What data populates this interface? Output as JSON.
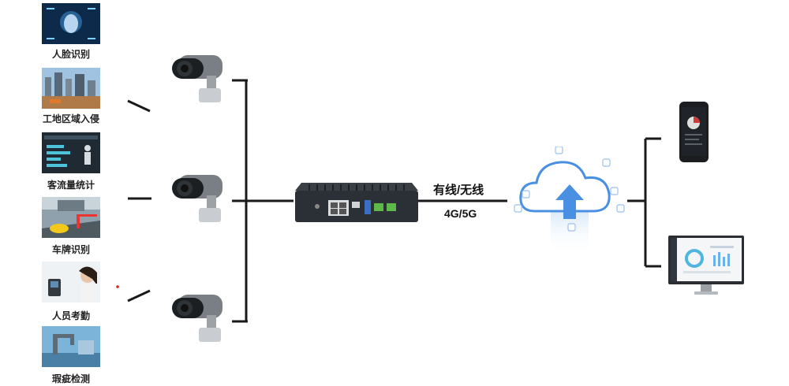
{
  "use_cases": [
    {
      "label": "人脸识别",
      "icon": "face-recognition-image"
    },
    {
      "label": "工地区域入侵",
      "icon": "construction-site-image"
    },
    {
      "label": "客流量统计",
      "icon": "passenger-flow-image"
    },
    {
      "label": "车牌识别",
      "icon": "license-plate-image"
    },
    {
      "label": "人员考勤",
      "icon": "attendance-image"
    },
    {
      "label": "瑕疵检测",
      "icon": "defect-detection-image"
    }
  ],
  "connection": {
    "top_label": "有线/无线",
    "bottom_label": "4G/5G"
  },
  "icons": {
    "camera": "surveillance-camera-icon",
    "gateway": "edge-gateway-device",
    "cloud": "cloud-upload-icon",
    "phone": "mobile-phone-icon",
    "monitor": "desktop-monitor-icon"
  },
  "colors": {
    "line": "#1a1a1a",
    "cloud": "#4a90e2",
    "device_body": "#2b2f36"
  }
}
